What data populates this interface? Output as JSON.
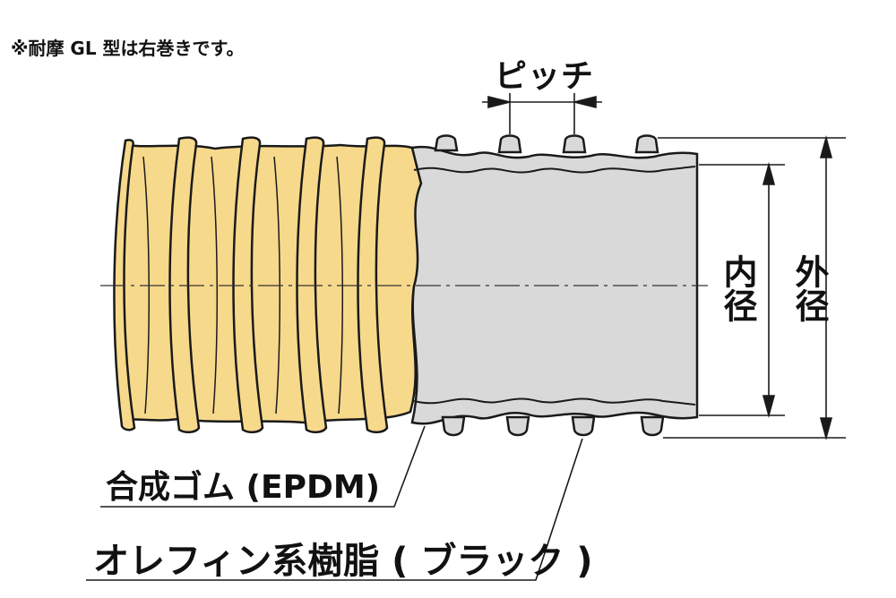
{
  "note": "※耐摩 GL 型は右巻きです。",
  "pitch_label": "ピッチ",
  "inner_diameter_label": "内径",
  "outer_diameter_label": "外径",
  "rubber_label": "合成ゴム (EPDM)",
  "olefin_label": "オレフィン系樹脂 ( ブラック )",
  "colors": {
    "rubber": "#f7d98c",
    "liner": "#d9d9d9",
    "outline": "#1a1a1a"
  }
}
